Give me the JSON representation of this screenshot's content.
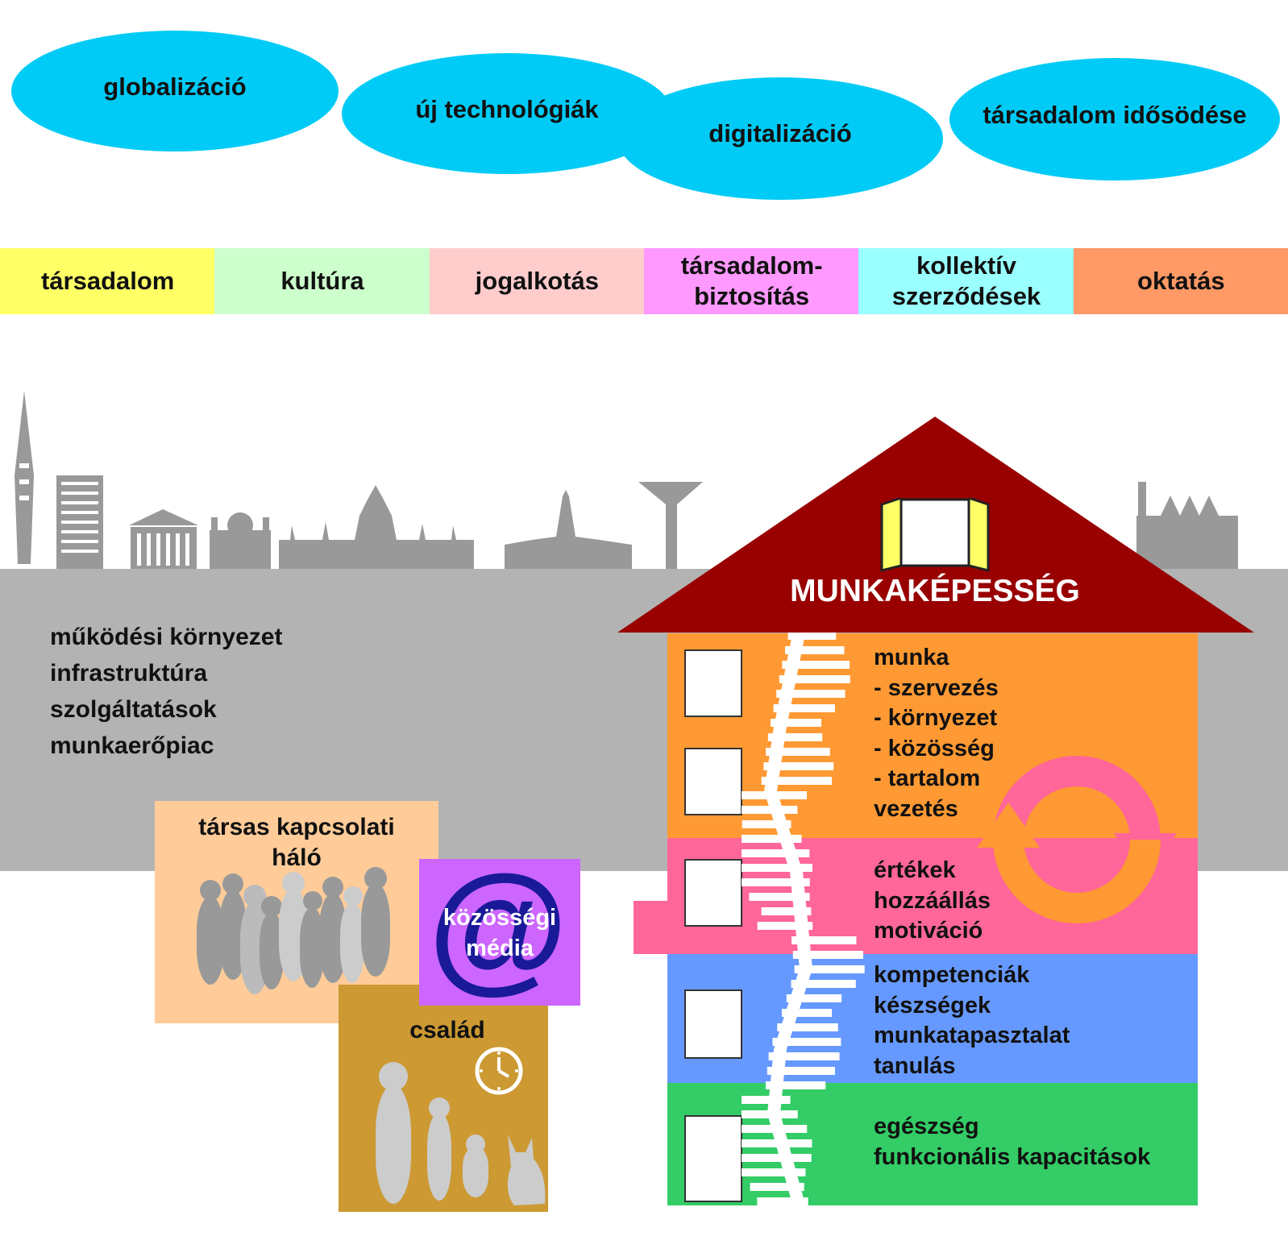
{
  "clouds": {
    "globalization": "globalizáció",
    "new_tech": "új technológiák",
    "digitalization": "digitalizáció",
    "aging": "társadalom idősödése"
  },
  "bands": [
    {
      "label": "társadalom",
      "color": "#ffff66"
    },
    {
      "label": "kultúra",
      "color": "#ccffcc"
    },
    {
      "label": "jogalkotás",
      "color": "#ffcccc"
    },
    {
      "label": "társadalom-\nbiztosítás",
      "color": "#ff99ff"
    },
    {
      "label": "kollektív\nszerződések",
      "color": "#99ffff"
    },
    {
      "label": "oktatás",
      "color": "#ff9966"
    }
  ],
  "environment": {
    "text": "működési környezet\ninfrastruktúra\nszolgáltatások\nmunkaerőpiac",
    "color": "#b3b3b3"
  },
  "social_network": {
    "title": "társas kapcsolati\nháló",
    "color": "#ffcc99"
  },
  "social_media": {
    "label": "közösségi\nmédia",
    "symbol": "@",
    "color": "#cc66ff"
  },
  "family": {
    "label": "család",
    "color": "#cc9933",
    "icon": "clock-icon"
  },
  "house": {
    "roof_title": "MUNKAKÉPESSÉG",
    "roof_color": "#990000",
    "floors": [
      {
        "name": "work",
        "text": "munka\n- szervezés\n- környezet\n- közösség\n- tartalom\nvezetés",
        "color": "#ff9933"
      },
      {
        "name": "values",
        "text": "értékek\nhozzáállás\nmotiváció",
        "color": "#ff6699"
      },
      {
        "name": "competence",
        "text": "kompetenciák\nkészségek\nmunkatapasztalat\ntanulás",
        "color": "#6699ff"
      },
      {
        "name": "health",
        "text": "egészség\nfunkcionális kapacitások",
        "color": "#33cc66"
      }
    ]
  }
}
